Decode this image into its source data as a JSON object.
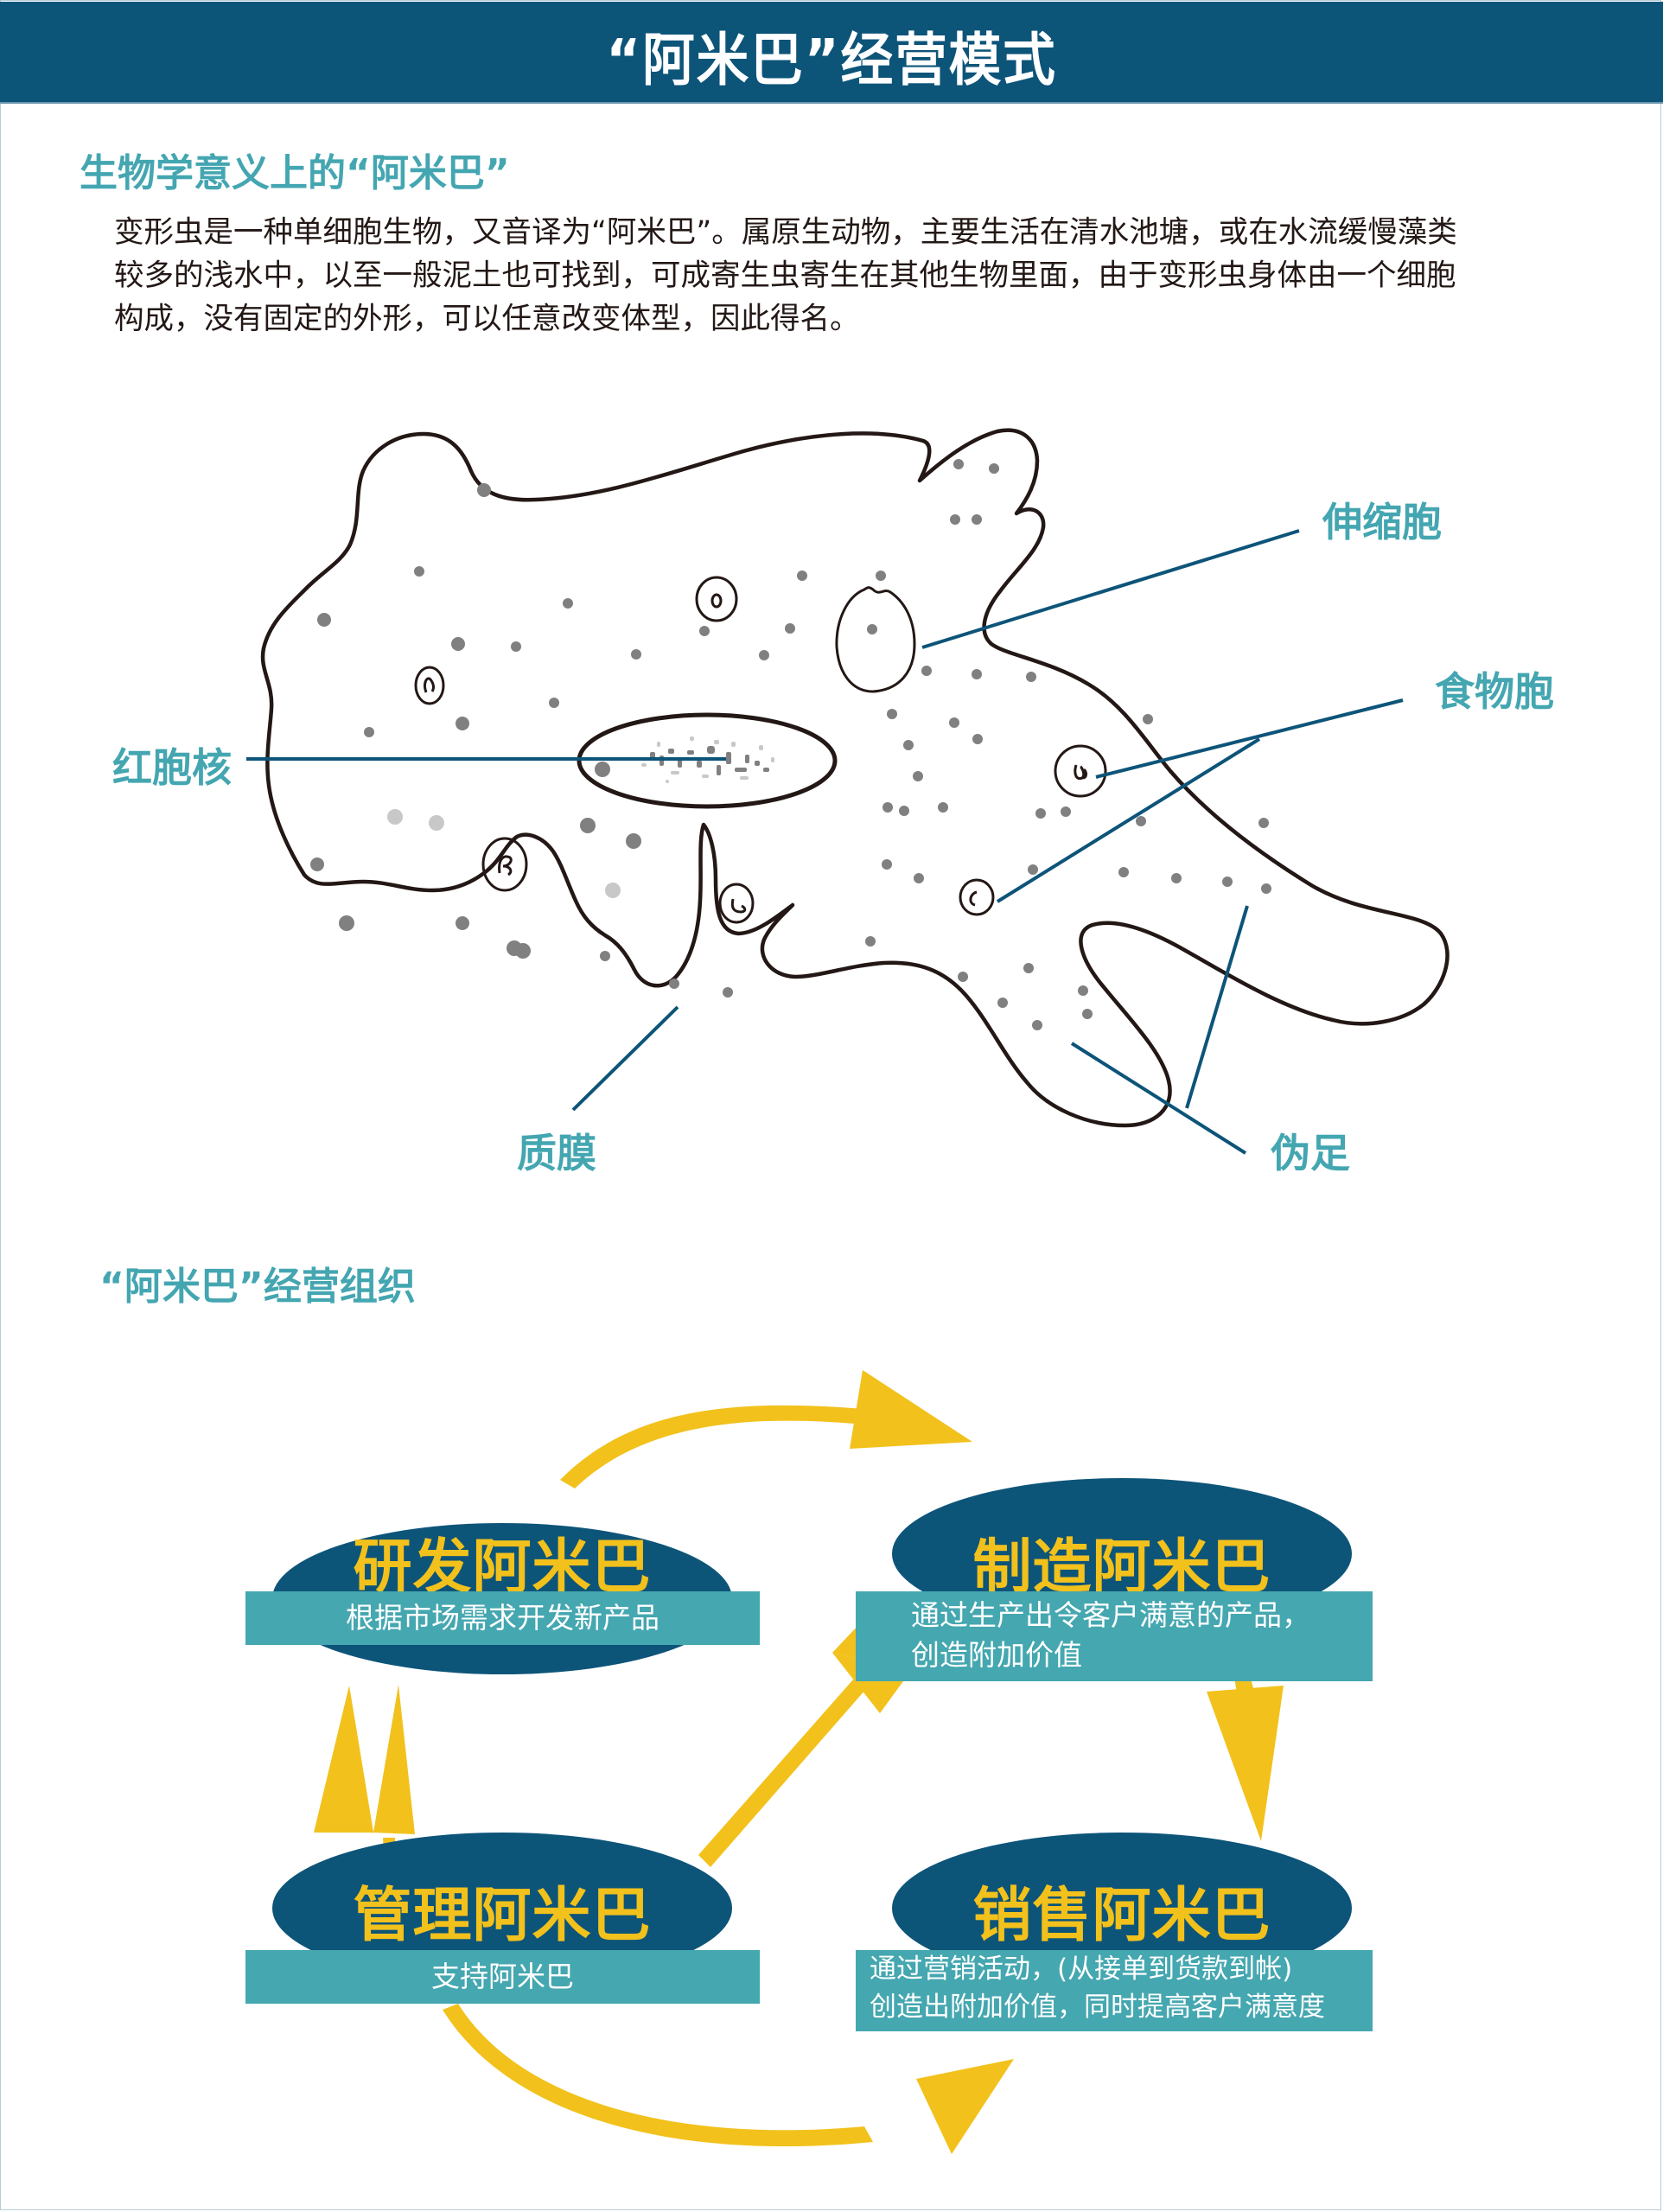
{
  "header": {
    "title": "“阿米巴”经营模式"
  },
  "colors": {
    "header_bg": "#0d5479",
    "accent_teal": "#44a6b1",
    "oval_navy": "#0d5479",
    "title_yellow": "#f2c11c",
    "desc_teal": "#45a7b0",
    "arrow_yellow": "#f2c11c",
    "leader_line": "#0d5479",
    "outline": "#231815",
    "granule": "#808080"
  },
  "biology": {
    "title": "生物学意义上的“阿米巴”",
    "paragraph_lines": [
      "变形虫是一种单细胞生物，又音译为“阿米巴”。属原生动物，主要生活在清水池塘，或在水流缓慢藻类",
      "较多的浅水中，以至一般泥土也可找到，可成寄生虫寄生在其他生物里面，由于变形虫身体由一个细胞",
      "构成，没有固定的外形，可以任意改变体型，因此得名。"
    ],
    "diagram_labels": {
      "contractile_vacuole": "伸缩胞",
      "food_vacuole": "食物胞",
      "nucleus": "红胞核",
      "membrane": "质膜",
      "pseudopod": "伪足"
    }
  },
  "organization": {
    "title": "“阿米巴”经营组织",
    "units": [
      {
        "id": "rd",
        "name": "研发阿米巴",
        "desc_lines": [
          "根据市场需求开发新产品"
        ]
      },
      {
        "id": "manufacturing",
        "name": "制造阿米巴",
        "desc_lines": [
          "通过生产出令客户满意的产品，",
          "创造附加价值"
        ]
      },
      {
        "id": "management",
        "name": "管理阿米巴",
        "desc_lines": [
          "支持阿米巴"
        ]
      },
      {
        "id": "sales",
        "name": "销售阿米巴",
        "desc_lines": [
          "通过营销活动，(从接单到货款到帐)",
          "创造出附加价值，同时提高客户满意度"
        ]
      }
    ],
    "flows": [
      {
        "from": "研发阿米巴",
        "to": "制造阿米巴",
        "shape": "curved-arrow-top"
      },
      {
        "from": "制造阿米巴",
        "to": "销售阿米巴",
        "shape": "straight-arrow-down"
      },
      {
        "from": "管理阿米巴",
        "to": "研发阿米巴",
        "shape": "straight-arrow-up"
      },
      {
        "from": "管理阿米巴",
        "to": "制造阿米巴",
        "shape": "straight-arrow-diagonal"
      },
      {
        "from": "管理阿米巴",
        "to": "销售阿米巴",
        "shape": "curved-arrow-bottom"
      }
    ]
  }
}
